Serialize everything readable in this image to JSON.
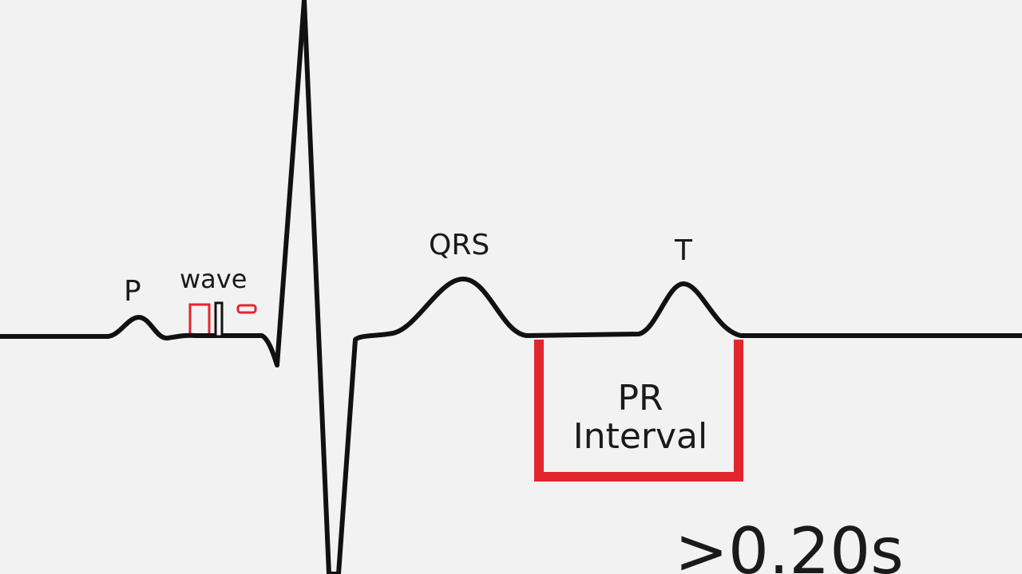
{
  "labels": {
    "p": "P",
    "wave": "wave",
    "qrs": "QRS",
    "t": "T"
  },
  "interval": {
    "line1": "PR",
    "line2": "Interval"
  },
  "duration": ">0.20s",
  "colors": {
    "background": "#f2f2f2",
    "trace": "#111111",
    "highlight": "#e3262e",
    "text": "#1a1a1a"
  }
}
